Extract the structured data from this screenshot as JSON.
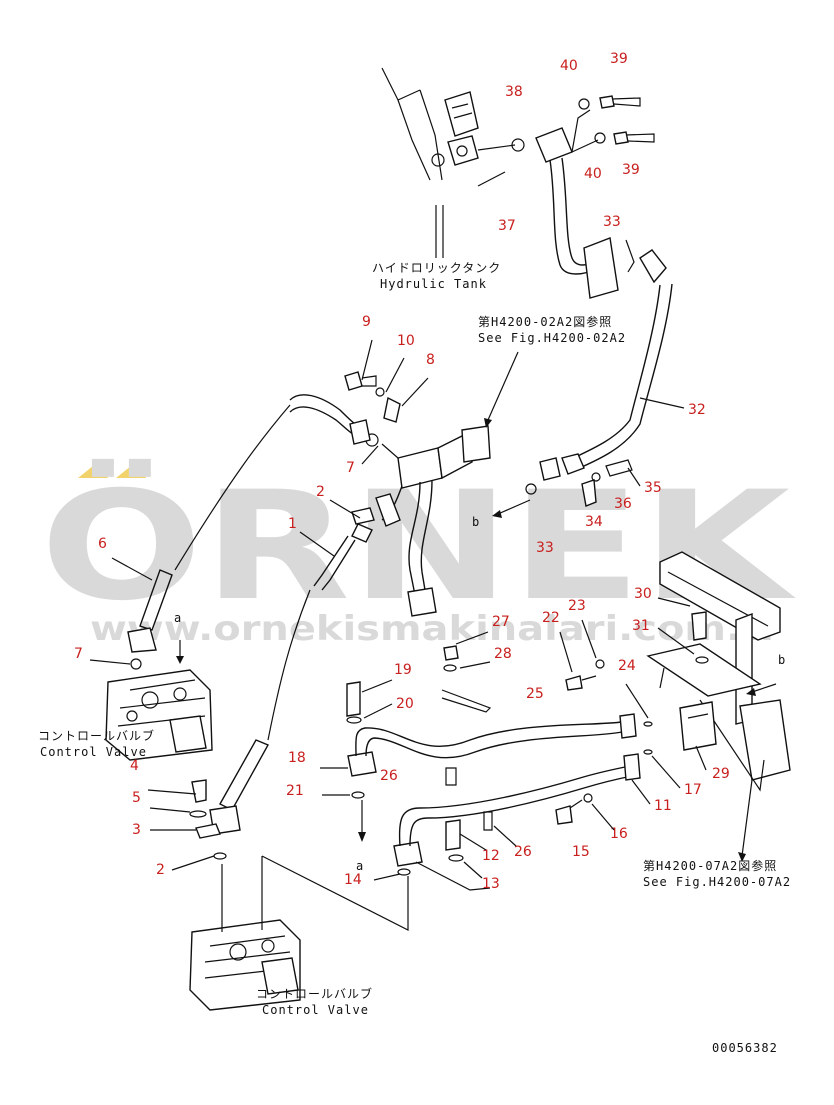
{
  "diagram": {
    "watermark": {
      "brand": "ÖRNEK",
      "url": "www.ornekismakinalari.com.tr",
      "accent_color": "#f2d36b",
      "text_color": "#d9d9d9"
    },
    "label_color": "#c8201e",
    "callouts": [
      "40",
      "39",
      "38",
      "40",
      "39",
      "37",
      "33",
      "9",
      "10",
      "8",
      "7",
      "2",
      "1",
      "32",
      "35",
      "36",
      "34",
      "33",
      "6",
      "7",
      "4",
      "5",
      "3",
      "2",
      "27",
      "28",
      "25",
      "19",
      "20",
      "18",
      "26",
      "21",
      "22",
      "23",
      "24",
      "30",
      "31",
      "29",
      "17",
      "11",
      "16",
      "15",
      "12",
      "26",
      "14",
      "13"
    ],
    "captions": {
      "tank_jp": "ハイドロリックタンク",
      "tank_en": "Hydrulic Tank",
      "ref1_jp": "第H4200-02A2図参照",
      "ref1_en": "See Fig.H4200-02A2",
      "ref2_jp": "第H4200-07A2図参照",
      "ref2_en": "See Fig.H4200-07A2",
      "cv1_jp": "コントロールバルブ",
      "cv1_en": "Control Valve",
      "cv2_jp": "コントロールバルブ",
      "cv2_en": "Control Valve"
    },
    "markers": [
      "a",
      "a",
      "b",
      "b"
    ],
    "drawing_number": "00056382"
  }
}
